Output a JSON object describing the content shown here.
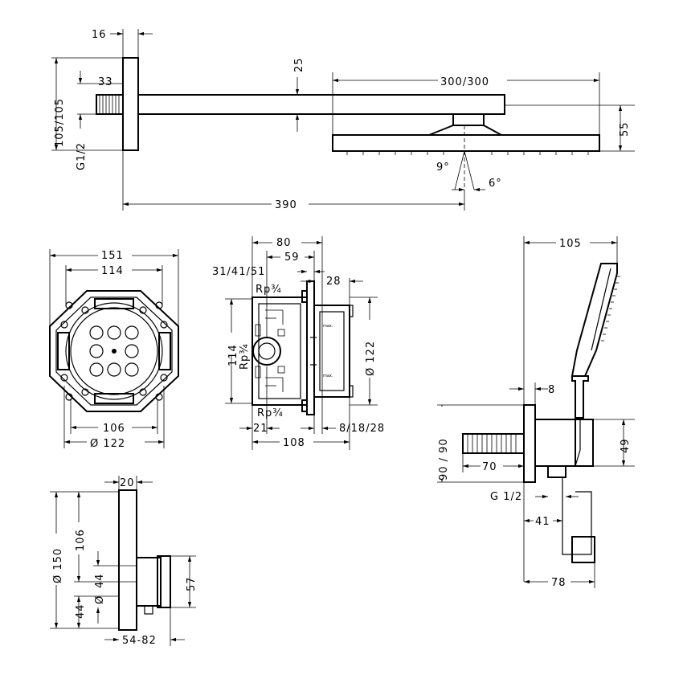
{
  "colors": {
    "line": "#000000",
    "background": "#ffffff"
  },
  "dims": {
    "d16": "16",
    "d105_105": "105/105",
    "d33": "33",
    "dG1_2_top": "G1/2",
    "d25": "25",
    "d300_300": "300/300",
    "d55": "55",
    "dalpha": "9°",
    "d6deg": "6°",
    "d390": "390",
    "d151": "151",
    "d114_top": "114",
    "d106_octo": "106",
    "d122_octo": "Ø 122",
    "d80": "80",
    "d59": "59",
    "d31_41_51": "31/41/51",
    "dRp_top": "Rp¾",
    "d28": "28",
    "d114_side": "114",
    "dRp_side": "Rp¾",
    "d122_side": "Ø 122",
    "dRp_bottom": "Rp¾",
    "d21": "21",
    "d8_18_28": "8/18/28",
    "d108": "108",
    "d105_hand": "105",
    "d8_hand": "8",
    "d90_90": "90 / 90",
    "d70": "70",
    "d49": "49",
    "dG1_2_hand": "G 1/2",
    "d41": "41",
    "d78": "78",
    "d20": "20",
    "d150": "Ø 150",
    "d106_plate": "106",
    "d44_upper": "44",
    "d57": "57",
    "d44_lower": "44",
    "dphi_small": "Ø",
    "d54_82": "54-82"
  },
  "valve_labels": {
    "top_mark": "max.",
    "bottom_mark": "max."
  }
}
